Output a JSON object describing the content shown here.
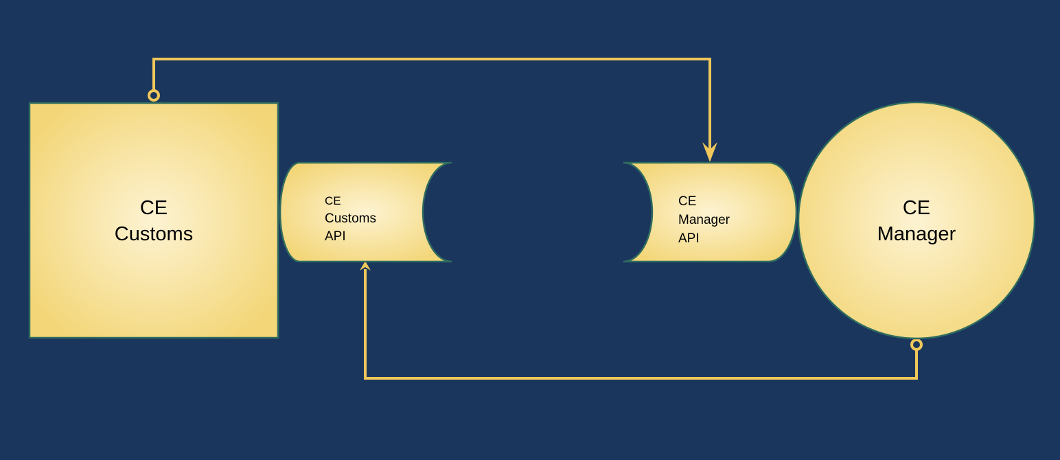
{
  "colors": {
    "background": "#1a365d",
    "node_fill_light": "#fdf3d2",
    "node_fill_dark": "#f3d678",
    "node_stroke": "#2f6b5f",
    "connector": "#f0c75a"
  },
  "nodes": {
    "customs": {
      "shape": "rectangle",
      "label_line1": "CE",
      "label_line2": "Customs"
    },
    "customs_api": {
      "shape": "tape-cylinder",
      "label_line1": "CE",
      "label_line2": "Customs",
      "label_line3": "API"
    },
    "manager_api": {
      "shape": "tape-cylinder",
      "label_line1": "CE",
      "label_line2": "Manager",
      "label_line3": "API"
    },
    "manager": {
      "shape": "circle",
      "label_line1": "CE",
      "label_line2": "Manager"
    }
  },
  "edges": [
    {
      "from": "customs",
      "to": "manager_api",
      "start_marker": "circle",
      "end_marker": "arrow"
    },
    {
      "from": "manager",
      "to": "customs_api",
      "start_marker": "circle",
      "end_marker": "arrow"
    }
  ]
}
